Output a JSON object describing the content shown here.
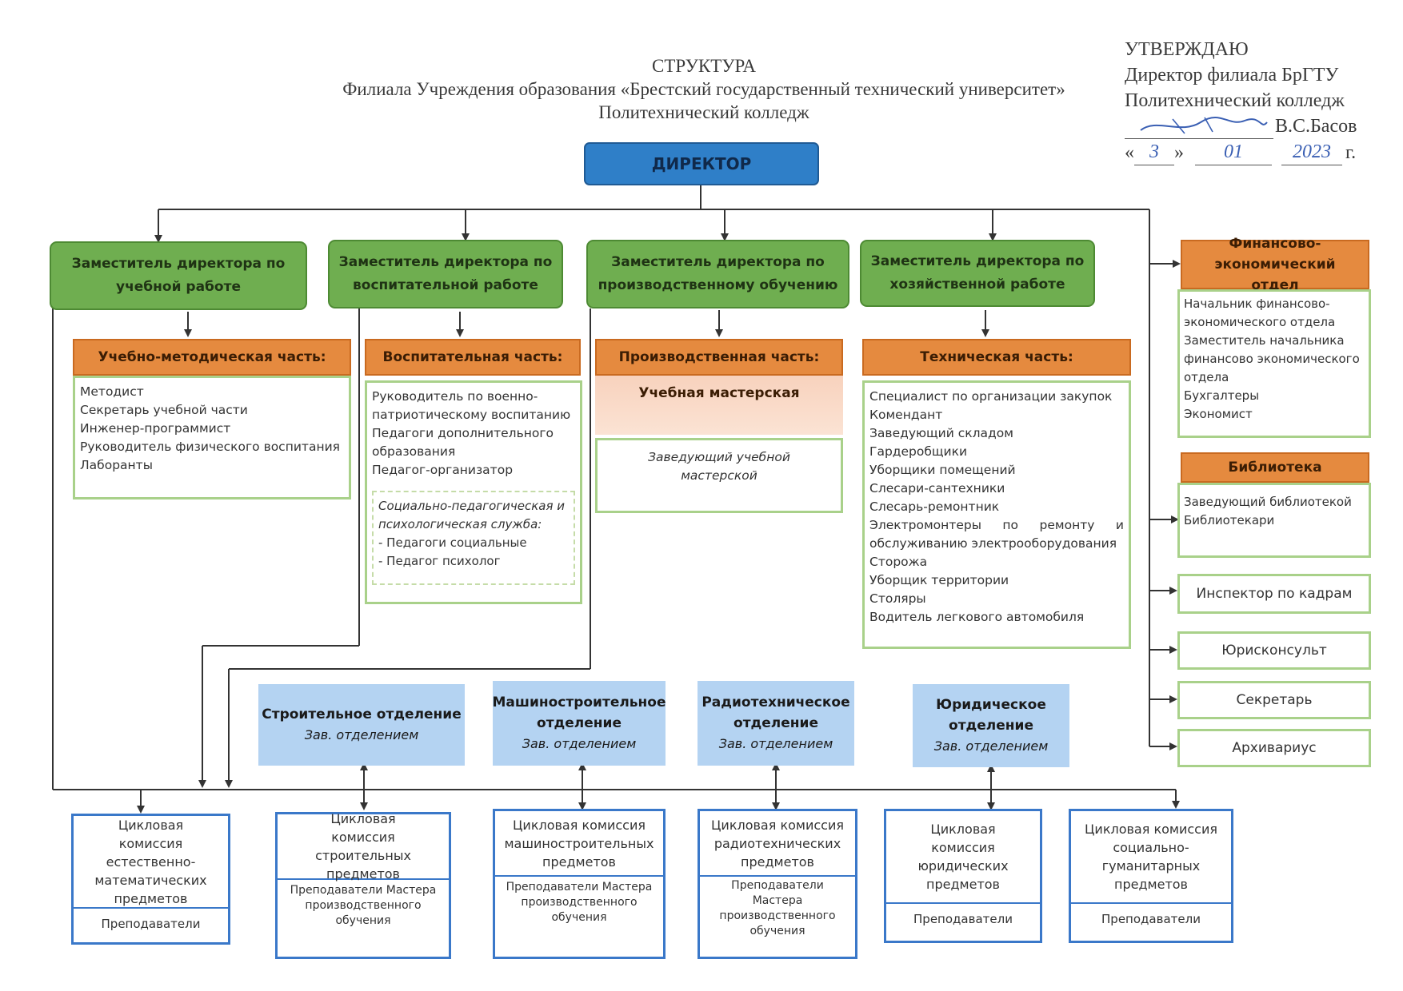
{
  "title": {
    "line1": "СТРУКТУРА",
    "line2": "Филиала Учреждения образования «Брестский государственный технический университет»",
    "line3": "Политехнический колледж"
  },
  "approval": {
    "line1": "УТВЕРЖДАЮ",
    "line2": "Директор филиала БрГТУ",
    "line3": "Политехнический колледж",
    "name": "В.С.Басов",
    "date_open": "«",
    "day": "3",
    "date_close": "»",
    "month": "01",
    "year": "2023",
    "year_suffix": "г."
  },
  "director": "ДИРЕКТОР",
  "deputies": [
    {
      "label": "Заместитель директора по учебной работе"
    },
    {
      "label": "Заместитель директора по воспитательной работе"
    },
    {
      "label": "Заместитель директора по производственному обучению"
    },
    {
      "label": "Заместитель директора по хозяйственной работе"
    }
  ],
  "units": [
    {
      "header": "Учебно-методическая часть:",
      "items": [
        "Методист",
        "Секретарь учебной части",
        "Инженер-программист",
        "Руководитель физического воспитания",
        "Лаборанты"
      ]
    },
    {
      "header": "Воспитательная часть:",
      "items": [
        "Руководитель по военно-патриотическому воспитанию",
        "Педагоги дополнительного образования",
        "Педагог-организатор"
      ],
      "sub": {
        "title": "Социально-педагогическая и психологическая служба:",
        "items": [
          "- Педагоги социальные",
          "- Педагог психолог"
        ]
      }
    },
    {
      "header": "Производственная часть:",
      "sub_header": "Учебная мастерская",
      "items": [
        "Заведующий учебной мастерской"
      ]
    },
    {
      "header": "Техническая часть:",
      "items": [
        "Специалист по организации закупок",
        "Комендант",
        "Заведующий складом",
        "Гардеробщики",
        "Уборщики помещений",
        "Слесари-сантехники",
        "Слесарь-ремонтник",
        "Электромонтеры по ремонту и обслуживанию электрооборудования",
        "Сторожа",
        "Уборщик территории",
        "Столяры",
        "Водитель легкового автомобиля"
      ]
    }
  ],
  "right_units": [
    {
      "header": "Финансово-экономический отдел",
      "items": [
        "Начальник финансово-экономического отдела",
        "Заместитель начальника финансово экономического отдела",
        "Бухгалтеры",
        "Экономист"
      ]
    },
    {
      "header": "Библиотека",
      "items": [
        "Заведующий библиотекой",
        "Библиотекари"
      ]
    }
  ],
  "right_single": [
    "Инспектор по кадрам",
    "Юрисконсульт",
    "Секретарь",
    "Архивариус"
  ],
  "departments": [
    {
      "name": "Строительное отделение",
      "head": "Зав. отделением"
    },
    {
      "name": "Машиностроительное отделение",
      "head": "Зав. отделением"
    },
    {
      "name": "Радиотехническое отделение",
      "head": "Зав. отделением"
    },
    {
      "name": "Юридическое отделение",
      "head": "Зав. отделением"
    }
  ],
  "commissions": [
    {
      "title": "Цикловая комиссия естественно-математических предметов",
      "staff": "Преподаватели"
    },
    {
      "title": "Цикловая комиссия строительных предметов",
      "staff": "Преподаватели Мастера производственного обучения"
    },
    {
      "title": "Цикловая комиссия машиностроительных предметов",
      "staff": "Преподаватели Мастера производственного обучения"
    },
    {
      "title": "Цикловая комиссия радиотехнических предметов",
      "staff": "Преподаватели Мастера производственного обучения"
    },
    {
      "title": "Цикловая комиссия юридических предметов",
      "staff": "Преподаватели"
    },
    {
      "title": "Цикловая комиссия социально-гуманитарных предметов",
      "staff": "Преподаватели"
    }
  ],
  "colors": {
    "director": "#2f7fc8",
    "deputy": "#6fae50",
    "unit_header": "#e58a3f",
    "unit_border": "#a9d18a",
    "department": "#b4d3f2",
    "commission_border": "#3a78c9"
  }
}
